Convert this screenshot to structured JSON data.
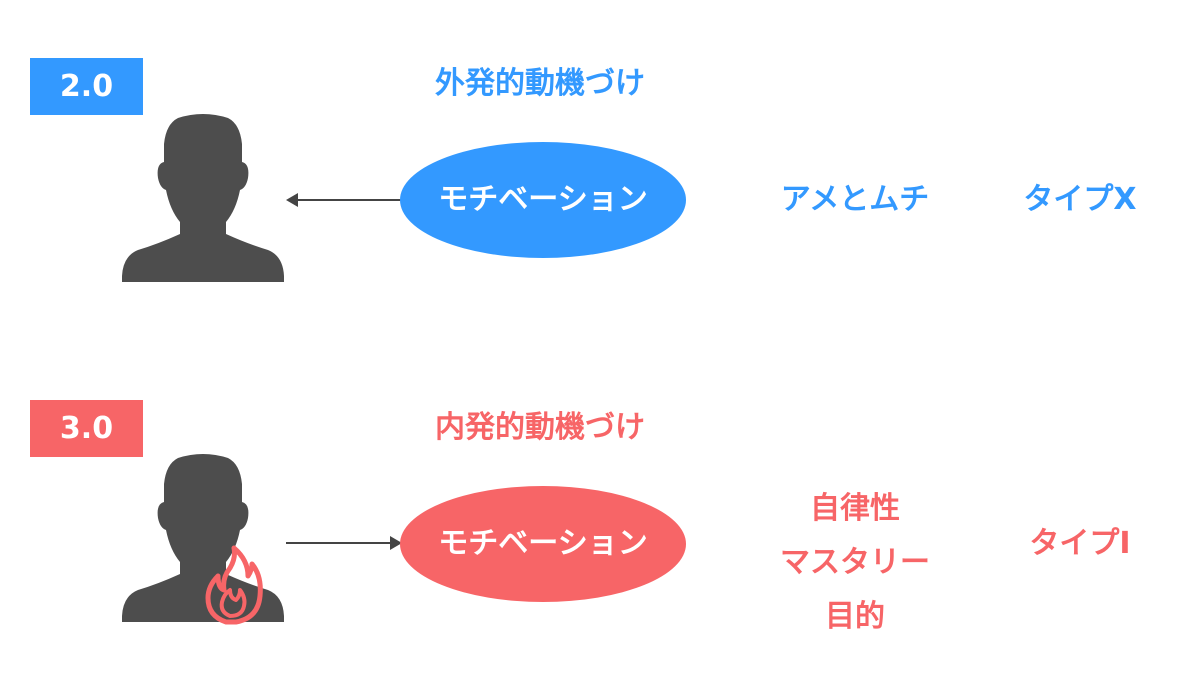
{
  "colors": {
    "extrinsic": "#3399ff",
    "intrinsic": "#f76567",
    "person": "#4d4d4d",
    "arrow": "#444444"
  },
  "rows": [
    {
      "version": "2.0",
      "heading": "外発的動機づけ",
      "node": "モチベーション",
      "method_lines": [
        "アメとムチ"
      ],
      "type": "タイプX",
      "arrow_direction": "toward-person",
      "person_icon": "person-silhouette-icon"
    },
    {
      "version": "3.0",
      "heading": "内発的動機づけ",
      "node": "モチベーション",
      "method_lines": [
        "自律性",
        "マスタリー",
        "目的"
      ],
      "type": "タイプI",
      "arrow_direction": "toward-motivation",
      "person_icon": "person-silhouette-with-flame-icon"
    }
  ]
}
